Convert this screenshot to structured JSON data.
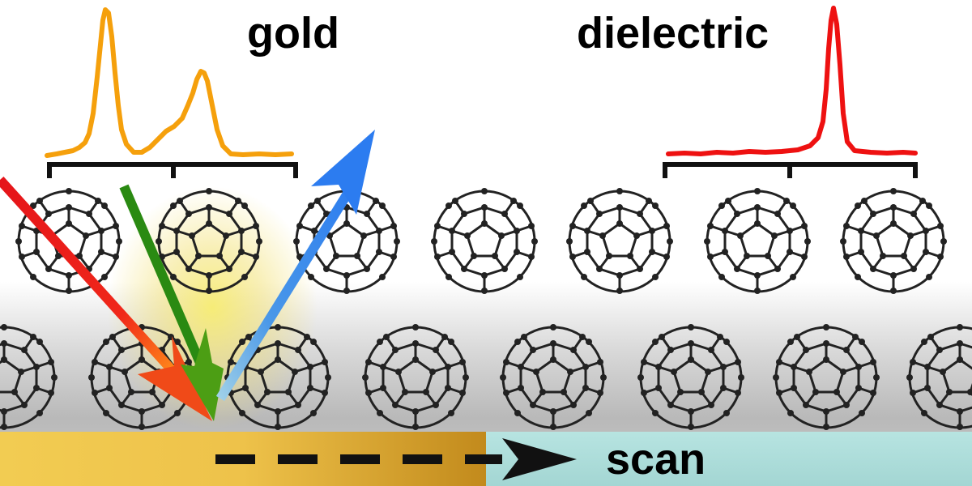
{
  "labels": {
    "gold": "gold",
    "dielectric": "dielectric",
    "scan": "scan"
  },
  "colors": {
    "gold_spectrum": "#F5A00C",
    "dielectric_spectrum": "#EE1111",
    "incident_beam": "#F0201A",
    "pump_beam": "#2A8A12",
    "scattered_beam": "#2F82F2",
    "gold_substrate": "#E8C24A",
    "dielectric_substrate": "#A9DCD9",
    "molecule": "#222222",
    "hotspot_glow": "#F5E45A"
  },
  "icons": {
    "molecules": "c60-fullerene-icon",
    "scan_arrow": "dashed-arrow-right-icon"
  }
}
